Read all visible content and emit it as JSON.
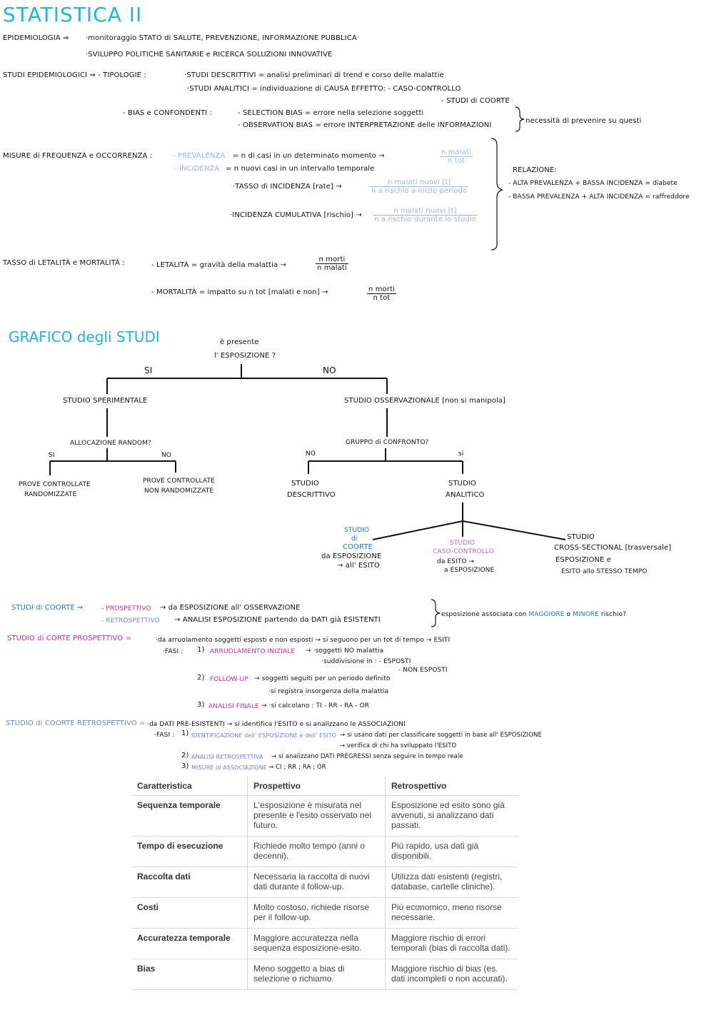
{
  "title": "STATISTICA II",
  "epidemiologia": {
    "label": "EPIDEMIOLOGIA ⇒",
    "line1": "·monitoraggio STATO di SALUTE, PREVENZIONE, INFORMAZIONE PUBBLICA",
    "line2": "·SVILUPPO POLITICHE SANITARIE e RICERCA SOLUZIONI INNOVATIVE"
  },
  "studi_epi": {
    "label": "STUDI EPIDEMIOLOGICI ⇒ - TIPOLOGIE :",
    "descrittivi": "·STUDI DESCRITTIVI = analisi preliminari di trend e corso delle malattie",
    "analitici": "·STUDI ANALITICI = individuazione di CAUSA EFFETTO: - CASO-CONTROLLO",
    "coorte": "- STUDI di COORTE",
    "bias_label": "- BIAS e CONFONDENTI :",
    "selection": "- SELECTION BIAS = errore nella selezione soggetti",
    "observation": "- OBSERVATION BIAS = errore INTERPRETAZIONE delle INFORMAZIONI",
    "necessita": "necessità di prevenire su questi"
  },
  "misure": {
    "label": "MISURE di FREQUENZA e OCCORRENZA :",
    "prev_name": "- PREVALENZA",
    "prev_def": "= n di casi in un determinato momento →",
    "prev_num": "n malati",
    "prev_den": "n tot",
    "inc_name": "- INCIDENZA",
    "inc_def": "= n nuovi casi in un intervallo temporale",
    "tasso_label": "·TASSO di INCIDENZA [rate] →",
    "tasso_num": "n malati nuovi [t]",
    "tasso_den": "n a rischio a inizio periodo",
    "cum_label": "·INCIDENZA CUMULATIVA [rischio] →",
    "cum_num": "n malati nuovi [t]",
    "cum_den": "n a rischio durante lo studio",
    "relazione": "RELAZIONE:",
    "rel1": "- ALTA PREVALENZA + BASSA INCIDENZA = diabete",
    "rel2": "- BASSA PREVALENZA + ALTA INCIDENZA = raffreddore"
  },
  "letalita": {
    "label": "TASSO di LETALITÀ e MORTALITÀ :",
    "let_def": "- LETALITÀ = gravità della malattia →",
    "let_num": "n morti",
    "let_den": "n malati",
    "mort_def": "- MORTALITÀ = impatto su n tot [malati e non] →",
    "mort_num": "n morti",
    "mort_den": "n tot"
  },
  "grafico": {
    "title": "GRAFICO degli STUDI",
    "root_line1": "è presente",
    "root_line2": "l' ESPOSIZIONE ?",
    "si": "SI",
    "no": "NO",
    "sperimentale": "STUDIO SPERIMENTALE",
    "osservazionale": "STUDIO OSSERVAZIONALE [non si manipola]",
    "allocazione": "ALLOCAZIONE RANDOM?",
    "si_small": "SI",
    "no_small": "NO",
    "prove_rand_1": "PROVE CONTROLLATE",
    "prove_rand_2": "RANDOMIZZATE",
    "prove_nonrand_1": "PROVE CONTROLLATE",
    "prove_nonrand_2": "NON RANDOMIZZATE",
    "gruppo": "GRUPPO di CONFRONTO?",
    "no_g": "NO",
    "si_g": "si",
    "descr_1": "STUDIO",
    "descr_2": "DESCRITTIVO",
    "anal_1": "STUDIO",
    "anal_2": "ANALITICO",
    "coorte_1": "STUDIO",
    "coorte_2": "di",
    "coorte_3": "COORTE",
    "coorte_4": "da ESPOSIZIONE",
    "coorte_5": "→ all' ESITO",
    "cc_1": "STUDIO",
    "cc_2": "CASO-CONTROLLO",
    "cc_3": "da ESITO →",
    "cc_4": "a ESPOSIZIONE",
    "cs_1": "STUDIO",
    "cs_2": "CROSS-SECTIONAL [trasversale]",
    "cs_3": "ESPOSIZIONE e",
    "cs_4": "ESITO allo STESSO TEMPO"
  },
  "coorte": {
    "label": "STUDI di COORTE ⇒",
    "prosp_name": "- PROSPETTIVO",
    "prosp_def": "→ da ESPOSIZIONE all' OSSERVAZIONE",
    "retro_name": "- RETROSPETTIVO",
    "retro_def": "→ ANALISI ESPOSIZIONE partendo da DATI già ESISTENTI",
    "q_prefix": "esposizione associata con",
    "q_maggiore": "MAGGIORE",
    "q_o": "o",
    "q_minore": "MINORE",
    "q_suffix": "rischio?"
  },
  "prospettivo": {
    "label": "STUDIO di CORTE PROSPETTIVO =",
    "def": "·da arruolamento soggetti esposti e non esposti → si seguono per un tot di tempo → ESITI",
    "fasi": "·FASI :",
    "f1_num": "1)",
    "f1_name": "ARRUOLAMENTO INIZIALE",
    "f1_a": "→ ·soggetti NO malattia",
    "f1_b": "·suddivisione in : - ESPOSTI",
    "f1_c": "- NON ESPOSTI",
    "f2_num": "2)",
    "f2_name": "FOLLOW-UP",
    "f2_a": "→ soggetti seguiti per un periodo definito",
    "f2_b": "·si registra insorgenza della malattia",
    "f3_num": "3)",
    "f3_name": "ANALISI FINALE",
    "f3_a": "→ ·si calcolano : TI - RR - RA - OR"
  },
  "retrospettivo": {
    "label": "STUDIO di COORTE RETROSPETTIVO =",
    "def": "·da DATI PRE-ESISTENTI → si identifica l'ESITO e si analizzano le ASSOCIAZIONI",
    "fasi": "·FASI :",
    "f1_num": "1)",
    "f1_name": "IDENTIFICAZIONE dell' ESPOSIZIONE e dell' ESITO",
    "f1_a": "→ si usano dati per classificare soggetti in base all' ESPOSIZIONE",
    "f1_b": "→ verifica di chi ha sviluppato l'ESITO",
    "f2_num": "2)",
    "f2_name": "ANALISI RETROSPETTIVA",
    "f2_a": "→ si analizzano DATI PREGRESSI senza seguire in tempo reale",
    "f3_num": "3)",
    "f3_name": "MISURE di ASSOCIAZIONE",
    "f3_a": "→ CI ; RR ; RA ; OR"
  },
  "table": {
    "headers": [
      "Caratteristica",
      "Prospettivo",
      "Retrospettivo"
    ],
    "rows": [
      [
        "Sequenza temporale",
        "L'esposizione è misurata nel presente e l'esito osservato nel futuro.",
        "Esposizione ed esito sono già avvenuti, si analizzano dati passati."
      ],
      [
        "Tempo di esecuzione",
        "Richiede molto tempo (anni o decenni).",
        "Più rapido, usa dati già disponibili."
      ],
      [
        "Raccolta dati",
        "Necessaria la raccolta di nuovi dati durante il follow-up.",
        "Utilizza dati esistenti (registri, database, cartelle cliniche)."
      ],
      [
        "Costi",
        "Molto costoso, richiede risorse per il follow-up.",
        "Più economico, meno risorse necessarie."
      ],
      [
        "Accuratezza temporale",
        "Maggiore accuratezza nella sequenza esposizione-esito.",
        "Maggiore rischio di errori temporali (bias di raccolta dati)."
      ],
      [
        "Bias",
        "Meno soggetto a bias di selezione o richiamo.",
        "Maggiore rischio di bias (es. dati incompleti o non accurati)."
      ]
    ]
  }
}
